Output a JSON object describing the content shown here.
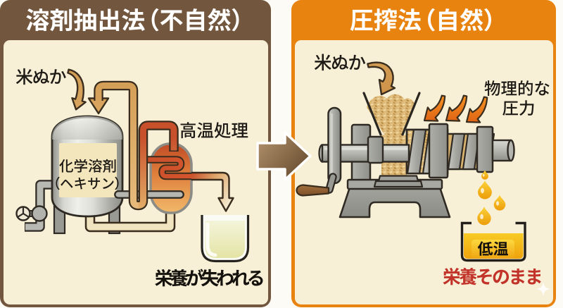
{
  "page": {
    "background": "#fcfbf5",
    "type": "infographic-comparison"
  },
  "panels": {
    "solvent": {
      "title": "溶剤抽出法（不自然）",
      "theme_color": "#72573e",
      "body_color": "#f7efd6",
      "labels": {
        "rice_bran": "米ぬか",
        "solvent_line1": "化学溶剤",
        "solvent_line2": "（ヘキサン）",
        "high_heat": "高温処理",
        "result": "栄養が失われる"
      },
      "result_color": "#15120e"
    },
    "press": {
      "title": "圧搾法（自然）",
      "theme_color": "#e8830f",
      "body_color": "#f7efd6",
      "labels": {
        "rice_bran": "米ぬか",
        "pressure_line1": "物理的な",
        "pressure_line2": "圧力",
        "low_temp": "低温",
        "result": "栄養そのまま"
      },
      "result_color": "#c2342a",
      "badge_color_top": "#fcd83f",
      "badge_color_bottom": "#efa511"
    }
  },
  "transition": {
    "icon": "arrow-right",
    "color_from": "#b0906c",
    "color_to": "#5f452a"
  }
}
